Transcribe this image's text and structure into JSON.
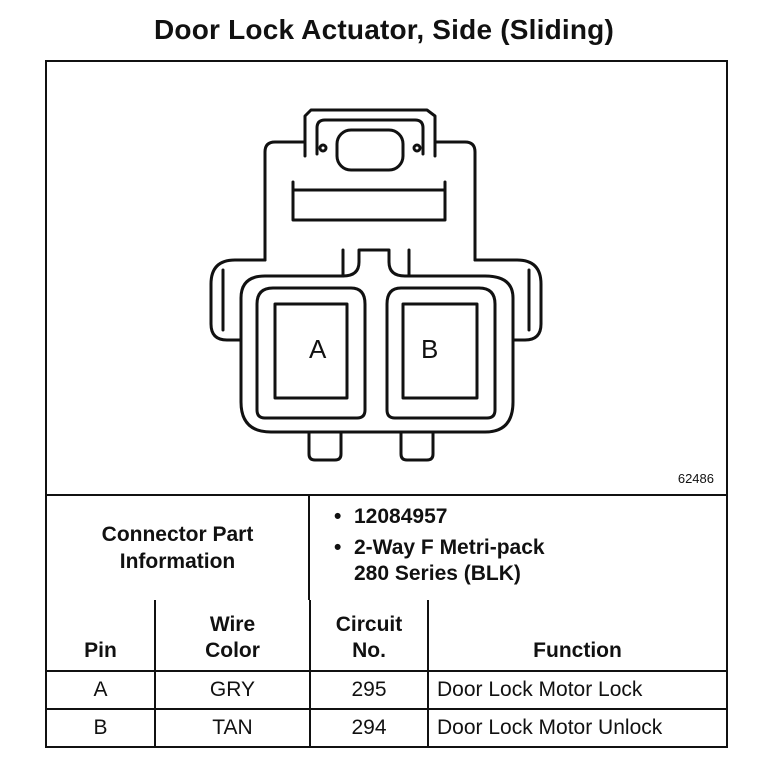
{
  "title": "Door Lock Actuator, Side (Sliding)",
  "figure_number": "62486",
  "connector": {
    "cavities": [
      {
        "label": "A"
      },
      {
        "label": "B"
      }
    ]
  },
  "connector_info": {
    "label_line1": "Connector Part",
    "label_line2": "Information",
    "items": [
      "12084957",
      "2-Way F Metri-pack\n280 Series (BLK)"
    ],
    "bullet": "•"
  },
  "pin_table": {
    "headers": [
      "Pin",
      "Wire\nColor",
      "Circuit\nNo.",
      "Function"
    ],
    "rows": [
      {
        "pin": "A",
        "wire_color": "GRY",
        "circuit": "295",
        "function": "Door Lock Motor Lock"
      },
      {
        "pin": "B",
        "wire_color": "TAN",
        "circuit": "294",
        "function": "Door Lock Motor Unlock"
      }
    ]
  }
}
